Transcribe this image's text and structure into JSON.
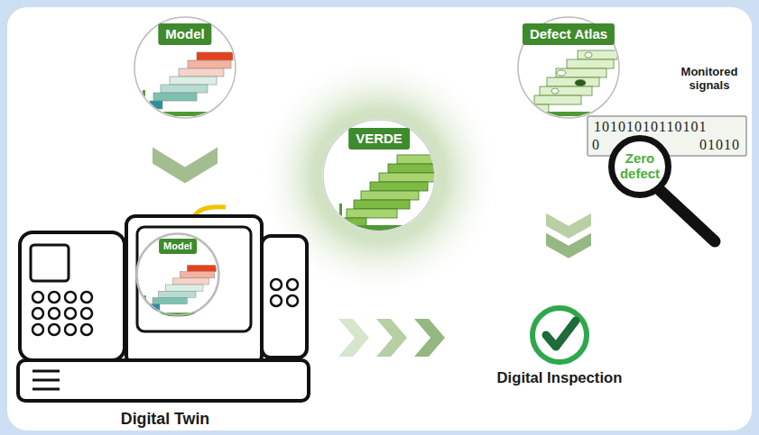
{
  "diagram": {
    "nodes": [
      {
        "text": [
          "Model"
        ]
      },
      {
        "text": [
          "Digital Twin"
        ]
      },
      {
        "text": [
          "Model"
        ],
        "in": 1
      },
      {
        "text": [
          "VERDE"
        ]
      },
      {
        "text": [
          "Defect Atlas"
        ]
      },
      {
        "text": [
          "10101010110101",
          "0",
          "01010"
        ]
      },
      {
        "text": [
          "Zero defect"
        ]
      },
      {
        "text": [
          "Digital Inspection"
        ]
      }
    ],
    "edges": [
      {
        "from": 0,
        "to": 1,
        "arrow": "to"
      },
      {
        "from": 4,
        "to": 7,
        "arrow": "to"
      },
      {
        "from": 1,
        "to": 7,
        "arrow": "to"
      }
    ],
    "labels": [
      "Monitored signals"
    ]
  }
}
